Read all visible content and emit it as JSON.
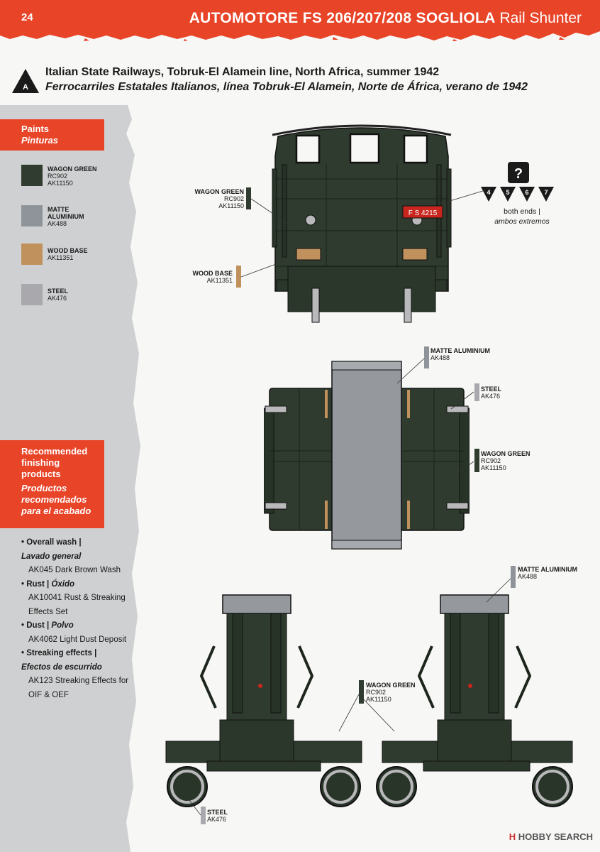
{
  "header": {
    "page_number": "24",
    "title_main": "AUTOMOTORE FS 206/207/208 SOGLIOLA",
    "title_sub": "Rail Shunter",
    "band_color": "#e84428"
  },
  "variant": {
    "badge": "A",
    "line1": "Italian State Railways, Tobruk-El Alamein line, North Africa, summer 1942",
    "line2": "Ferrocarriles Estatales Italianos, línea Tobruk-El Alamein, Norte de África, verano de 1942"
  },
  "paints": {
    "heading": "Paints",
    "heading_es": "Pinturas",
    "items": [
      {
        "name": "WAGON GREEN",
        "codes": [
          "RC902",
          "AK11150"
        ],
        "color": "#2f3c2f"
      },
      {
        "name": "MATTE ALUMINIUM",
        "codes": [
          "AK488"
        ],
        "color": "#8f949a"
      },
      {
        "name": "WOOD BASE",
        "codes": [
          "AK11351"
        ],
        "color": "#c1915d"
      },
      {
        "name": "STEEL",
        "codes": [
          "AK476"
        ],
        "color": "#a9a9ad"
      }
    ]
  },
  "finishing": {
    "heading": "Recommended finishing products",
    "heading_es": "Productos recomendados para el acabado",
    "items": [
      {
        "label": "Overall wash |",
        "label_es": "Lavado general",
        "detail": "AK045 Dark Brown Wash"
      },
      {
        "label": "Rust |",
        "label_es": "Óxido",
        "detail": "AK10041 Rust & Streaking Effects Set"
      },
      {
        "label": "Dust |",
        "label_es": "Polvo",
        "detail": "AK4062 Light Dust Deposit"
      },
      {
        "label": "Streaking effects |",
        "label_es": "Efectos de escurrido",
        "detail": "AK123 Streaking Effects for OIF & OEF"
      }
    ]
  },
  "decal": {
    "question_mark": "?",
    "steps": [
      "4",
      "5",
      "6",
      "7"
    ],
    "note": "both ends |",
    "note_es": "ambos extremos",
    "plate_text": "F S 4215"
  },
  "callouts": {
    "front_green": {
      "name": "WAGON GREEN",
      "codes": [
        "RC902",
        "AK11150"
      ]
    },
    "front_wood": {
      "name": "WOOD BASE",
      "codes": [
        "AK11351"
      ]
    },
    "top_alu": {
      "name": "MATTE ALUMINIUM",
      "codes": [
        "AK488"
      ]
    },
    "top_steel": {
      "name": "STEEL",
      "codes": [
        "AK476"
      ]
    },
    "top_green": {
      "name": "WAGON GREEN",
      "codes": [
        "RC902",
        "AK11150"
      ]
    },
    "side_alu": {
      "name": "MATTE ALUMINIUM",
      "codes": [
        "AK488"
      ]
    },
    "side_green": {
      "name": "WAGON GREEN",
      "codes": [
        "RC902",
        "AK11150"
      ]
    },
    "side_steel": {
      "name": "STEEL",
      "codes": [
        "AK476"
      ]
    }
  },
  "watermark": {
    "logo": "H",
    "text": "HOBBY SEARCH"
  }
}
